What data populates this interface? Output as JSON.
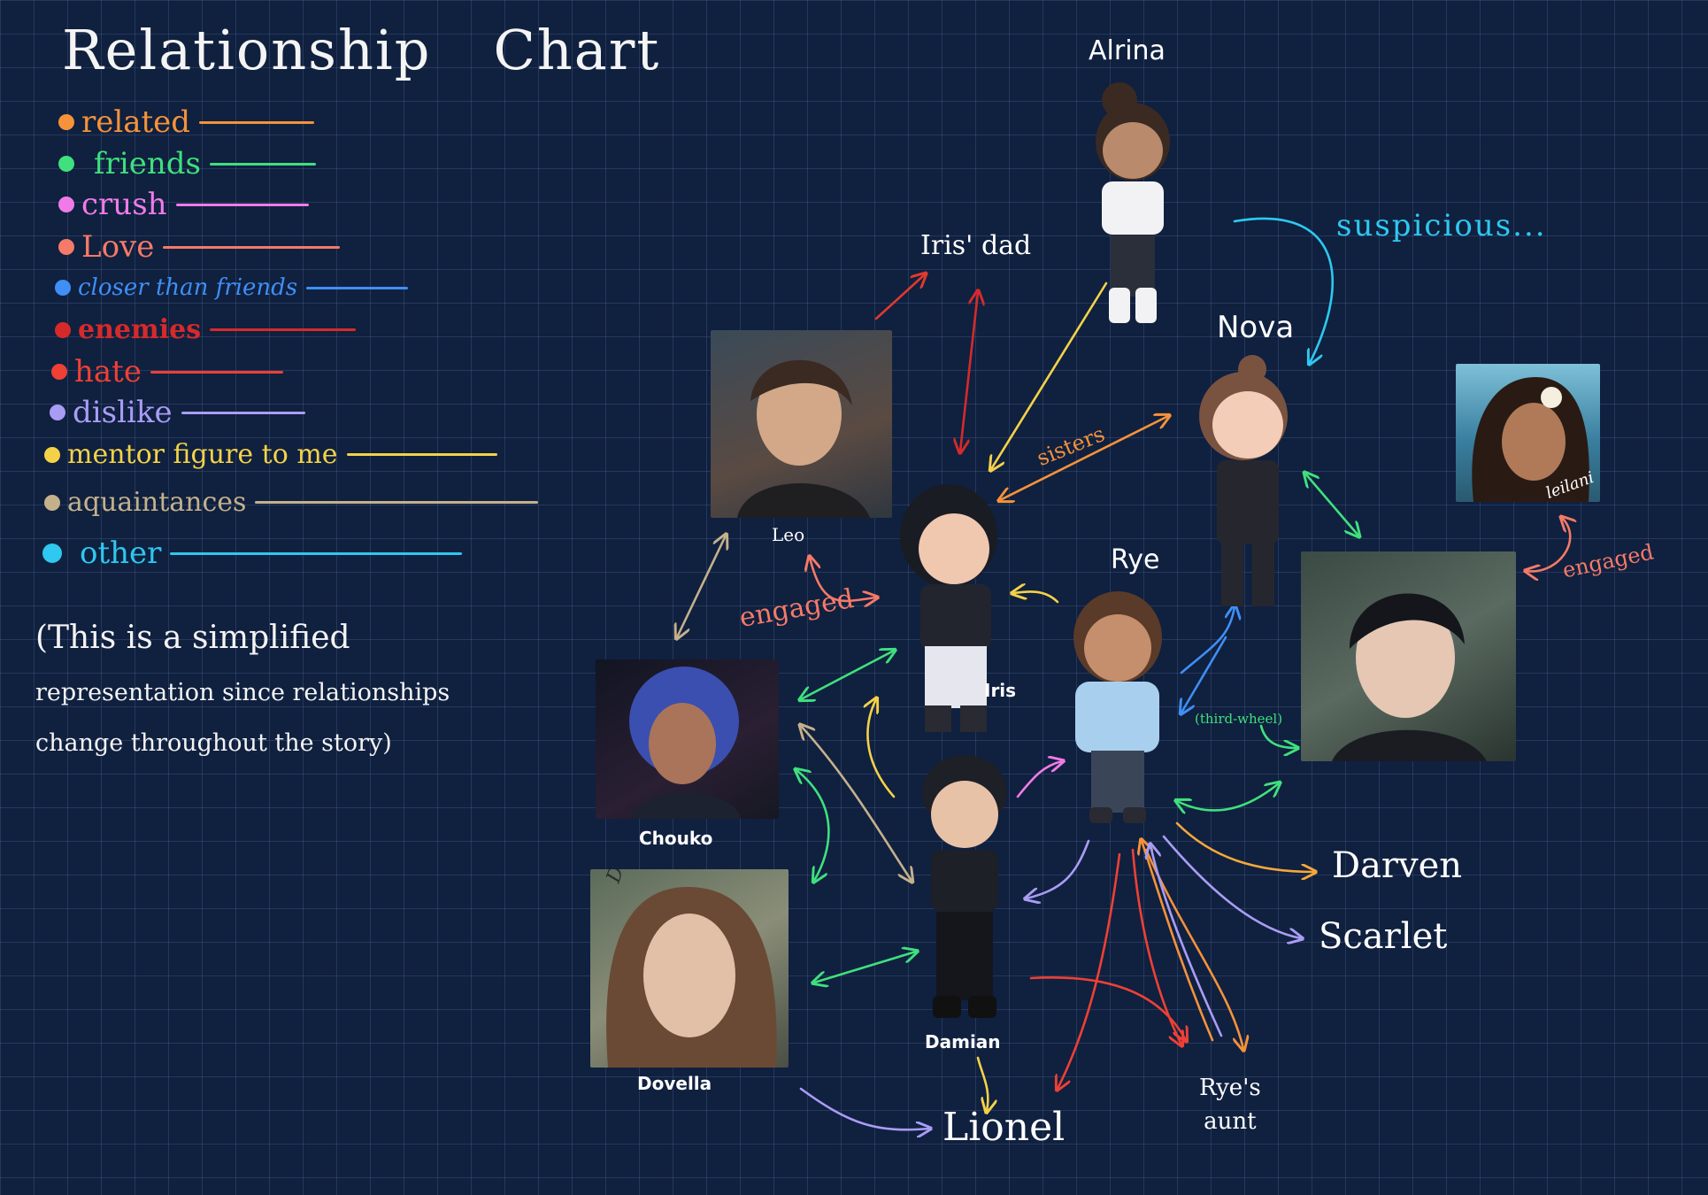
{
  "title_left": "Relationship",
  "title_right": "Chart",
  "legend": [
    {
      "label": "related",
      "color": "#f5923a"
    },
    {
      "label": "friends",
      "color": "#3fe07d"
    },
    {
      "label": "crush",
      "color": "#f07be8"
    },
    {
      "label": "Love",
      "color": "#f57a68"
    },
    {
      "label": "closer than friends",
      "color": "#3f8ff5"
    },
    {
      "label": "enemies",
      "color": "#d62a2a"
    },
    {
      "label": "hate",
      "color": "#ee4035"
    },
    {
      "label": "dislike",
      "color": "#a99cf5"
    },
    {
      "label": "mentor figure to me",
      "color": "#f4d248"
    },
    {
      "label": "aquaintances",
      "color": "#c4b18c"
    },
    {
      "label": "other",
      "color": "#2ec8f0"
    }
  ],
  "note": {
    "line1": "(This is a simplified",
    "line2": "representation since relationships",
    "line3": "change throughout the story)"
  },
  "characters": {
    "alrina": "Alrina",
    "iris_dad": "Iris' dad",
    "nova": "Nova",
    "leo": "Leo",
    "iris": "Iris",
    "rye": "Rye",
    "chouko": "Chouko",
    "dovella": "Dovella",
    "damian": "Damian",
    "lionel": "Lionel",
    "darven": "Darven",
    "scarlet": "Scarlet",
    "ryes_aunt_line1": "Rye's",
    "ryes_aunt_line2": "aunt",
    "leilani_sig": "leilani",
    "dovella_sig": "Dovella"
  },
  "relation_labels": {
    "suspicious": "suspicious...",
    "sisters": "sisters",
    "engaged_iris_leo": "engaged",
    "engaged_leilani": "engaged",
    "third_wheel": "(third-wheel)"
  }
}
